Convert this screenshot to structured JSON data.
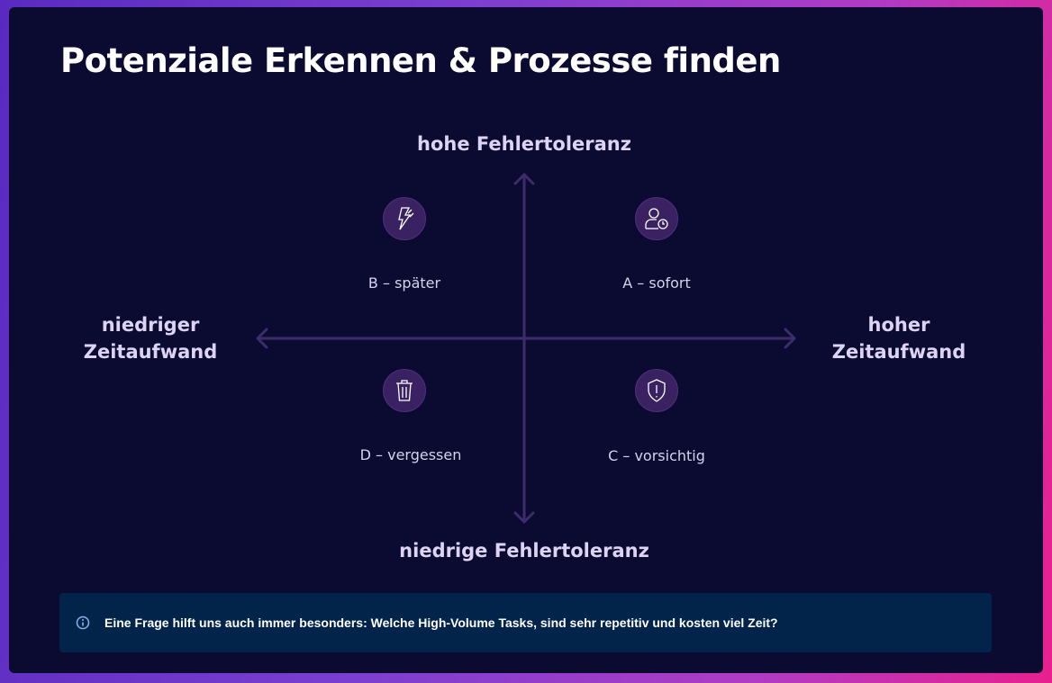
{
  "title": "Potenziale Erkennen & Prozesse finden",
  "axes": {
    "top": "hohe Fehlertoleranz",
    "bottom": "niedrige Fehlertoleranz",
    "left": "niedriger Zeitaufwand",
    "right": "hoher Zeitaufwand"
  },
  "quadrants": [
    {
      "label": "B – später",
      "icon": "lightning-icon"
    },
    {
      "label": "A – sofort",
      "icon": "user-clock-icon"
    },
    {
      "label": "D – vergessen",
      "icon": "trash-icon"
    },
    {
      "label": "C – vorsichtig",
      "icon": "shield-alert-icon"
    }
  ],
  "note": {
    "icon": "info-icon",
    "text": "Eine Frage hilft uns auch immer besonders: Welche High-Volume Tasks, sind sehr repetitiv und kosten viel Zeit?"
  },
  "colors": {
    "card": "#0b0a30",
    "axis": "#3d2d6a",
    "icon_bg": "#3a2262",
    "note_bg": "#02234a"
  }
}
